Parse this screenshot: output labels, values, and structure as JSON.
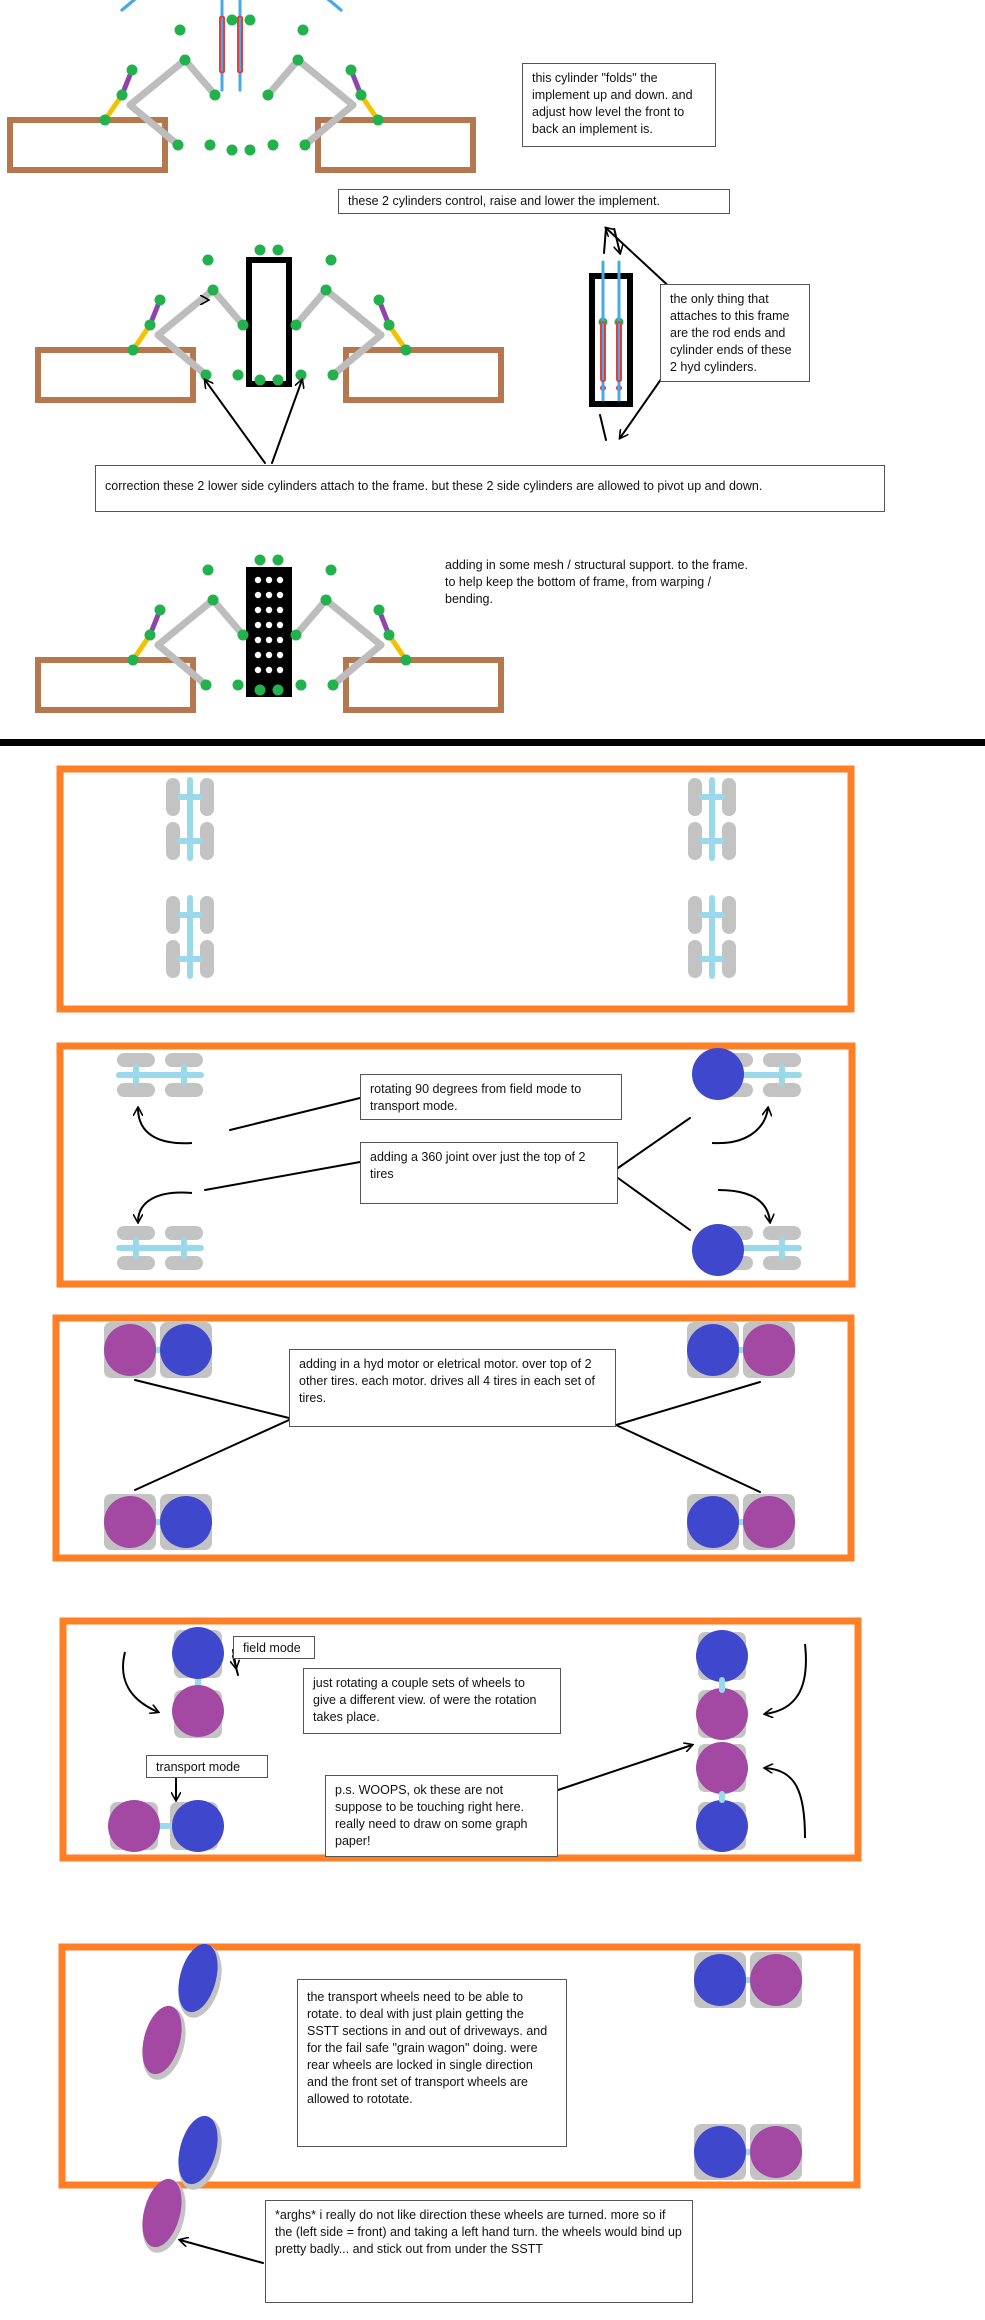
{
  "colors": {
    "implement": "#b5774e",
    "frame_line": "#bdbdbd",
    "cylinder": "#4aa8e8",
    "cylinder_red": "#e0403c",
    "pivot": "#22b14c",
    "hinge_yellow": "#f2c200",
    "hinge_purple": "#8e44ad",
    "mode_box": "#ff7f27",
    "tire": "#c3c3c3",
    "axle": "#99d9ea",
    "blue_wheel": "#3f48cc",
    "purple_wheel": "#a349a4",
    "divider": "#000000"
  },
  "notes": {
    "fold": "this cylinder \"folds\" the implement up and down. and adjust how level the front to back an implement is.",
    "raise": "these 2 cylinders control,  raise and lower the implement.",
    "attach": "the only thing that attaches to this frame are the rod ends and cylinder ends of these 2 hyd cylinders.",
    "correction": "correction  these 2 lower side cylinders attach to the frame. but these 2 side cylinders are allowed to pivot up and down.",
    "mesh": "adding in some mesh / structural support. to the frame.\nto help keep the bottom of frame, from warping /\nbending.",
    "rotating90": "rotating 90 degrees from field mode to transport mode.",
    "joint360": "adding a 360 joint over just the top of 2 tires",
    "motor": "adding in a hyd motor or eletrical motor. over top of 2 other tires.   each motor. drives all 4 tires in each set of tires.",
    "field_mode": "field mode",
    "transport_mode": "transport mode",
    "rotating_couple": "just rotating a couple sets of wheels to give a different view. of were the rotation takes place.",
    "woops": "p.s. WOOPS, ok  these are not suppose to be touching  right here. really need to draw on some graph paper!",
    "transport_rotate": "the transport wheels need to be able to rotate.  to deal with just plain getting the SSTT sections in and out of driveways.  and for the fail safe \"grain wagon\" doing.  were rear wheels are locked in single direction and the front set of transport wheels are allowed to rototate.",
    "argh": "*arghs* i really do not like direction these wheels are turned. more so if the (left side = front) and taking a left hand turn. the wheels would bind up pretty badly... and stick out from under the SSTT"
  }
}
